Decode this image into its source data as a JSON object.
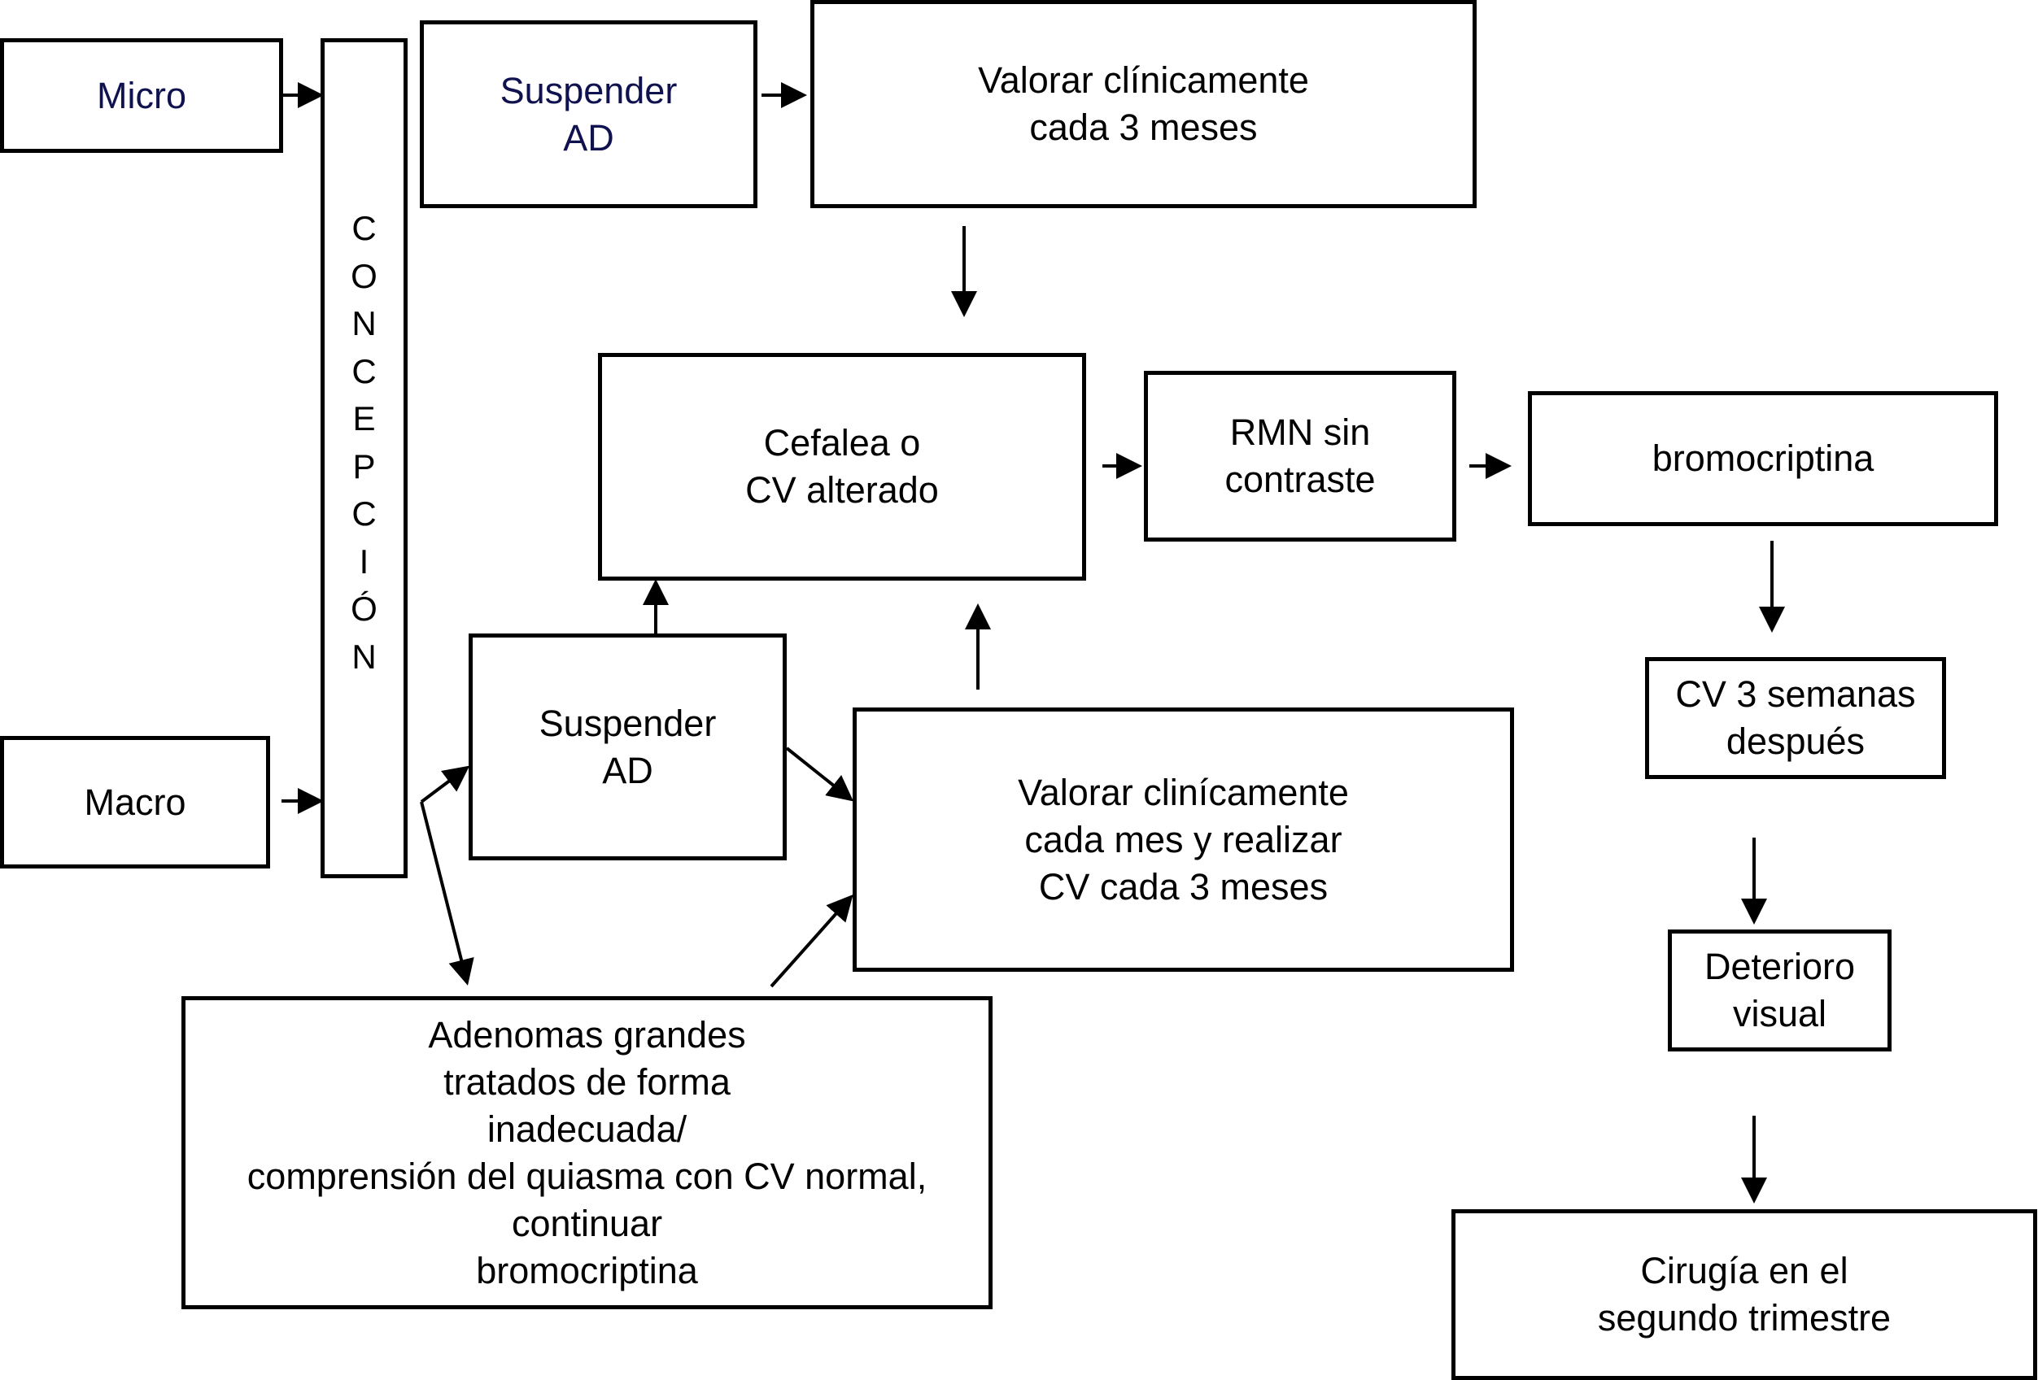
{
  "diagram": {
    "nodes": {
      "micro": "Micro",
      "macro": "Macro",
      "concepcion": "CONCEPCIÓN",
      "suspender_ad_top": "Suspender\nAD",
      "valorar_3_meses": "Valorar clínicamente\ncada 3 meses",
      "cefalea": "Cefalea o\nCV alterado",
      "rmn": "RMN sin\ncontraste",
      "bromocriptina": "bromocriptina",
      "suspender_ad_mid": "Suspender\nAD",
      "valorar_mes": "Valorar clinícamente\n cada mes y realizar\n  CV cada 3 meses",
      "adenomas": "Adenomas grandes\ntratados de forma\ninadecuada/\ncomprensión del quiasma con CV normal,\ncontinuar\nbromocriptina",
      "cv_3_semanas": "CV 3 semanas\n después",
      "deterioro": "Deterioro\n visual",
      "cirugia": "Cirugía en el\nsegundo trimestre"
    },
    "colors": {
      "stroke": "#000000",
      "accent_text": "#10124f"
    }
  }
}
